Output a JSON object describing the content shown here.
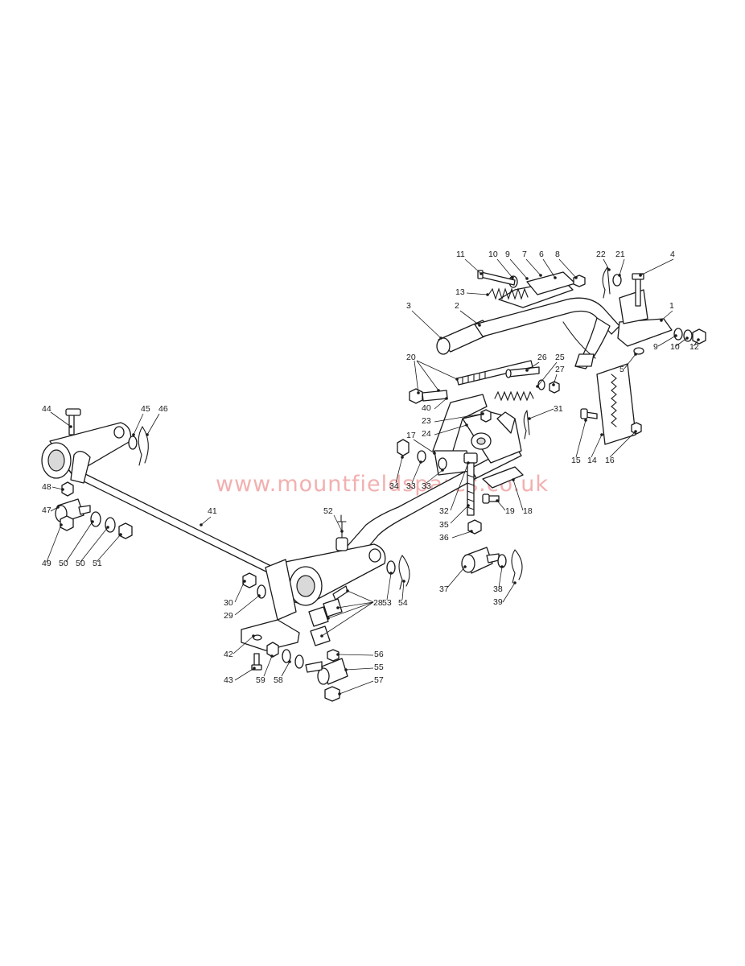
{
  "watermark": "www.mountfieldspares.co.uk",
  "labels": [
    {
      "id": "1",
      "text": "1"
    },
    {
      "id": "2",
      "text": "2"
    },
    {
      "id": "3",
      "text": "3"
    },
    {
      "id": "4",
      "text": "4"
    },
    {
      "id": "5",
      "text": "5"
    },
    {
      "id": "6",
      "text": "6"
    },
    {
      "id": "7",
      "text": "7"
    },
    {
      "id": "8",
      "text": "8"
    },
    {
      "id": "9a",
      "text": "9"
    },
    {
      "id": "9b",
      "text": "9"
    },
    {
      "id": "10a",
      "text": "10"
    },
    {
      "id": "10b",
      "text": "10"
    },
    {
      "id": "11",
      "text": "11"
    },
    {
      "id": "12",
      "text": "12"
    },
    {
      "id": "13",
      "text": "13"
    },
    {
      "id": "14",
      "text": "14"
    },
    {
      "id": "15",
      "text": "15"
    },
    {
      "id": "16",
      "text": "16"
    },
    {
      "id": "17",
      "text": "17"
    },
    {
      "id": "18",
      "text": "18"
    },
    {
      "id": "19",
      "text": "19"
    },
    {
      "id": "20",
      "text": "20"
    },
    {
      "id": "21",
      "text": "21"
    },
    {
      "id": "22",
      "text": "22"
    },
    {
      "id": "23",
      "text": "23"
    },
    {
      "id": "24",
      "text": "24"
    },
    {
      "id": "25",
      "text": "25"
    },
    {
      "id": "26",
      "text": "26"
    },
    {
      "id": "27",
      "text": "27"
    },
    {
      "id": "28",
      "text": "28"
    },
    {
      "id": "29",
      "text": "29"
    },
    {
      "id": "30",
      "text": "30"
    },
    {
      "id": "31",
      "text": "31"
    },
    {
      "id": "32",
      "text": "32"
    },
    {
      "id": "33a",
      "text": "33"
    },
    {
      "id": "33b",
      "text": "33"
    },
    {
      "id": "34",
      "text": "34"
    },
    {
      "id": "35",
      "text": "35"
    },
    {
      "id": "36",
      "text": "36"
    },
    {
      "id": "37",
      "text": "37"
    },
    {
      "id": "38",
      "text": "38"
    },
    {
      "id": "39",
      "text": "39"
    },
    {
      "id": "40",
      "text": "40"
    },
    {
      "id": "41",
      "text": "41"
    },
    {
      "id": "42",
      "text": "42"
    },
    {
      "id": "43",
      "text": "43"
    },
    {
      "id": "44",
      "text": "44"
    },
    {
      "id": "45",
      "text": "45"
    },
    {
      "id": "46",
      "text": "46"
    },
    {
      "id": "47",
      "text": "47"
    },
    {
      "id": "48",
      "text": "48"
    },
    {
      "id": "49",
      "text": "49"
    },
    {
      "id": "50a",
      "text": "50"
    },
    {
      "id": "50b",
      "text": "50"
    },
    {
      "id": "51",
      "text": "51"
    },
    {
      "id": "52",
      "text": "52"
    },
    {
      "id": "53",
      "text": "53"
    },
    {
      "id": "54",
      "text": "54"
    },
    {
      "id": "55",
      "text": "55"
    },
    {
      "id": "56",
      "text": "56"
    },
    {
      "id": "57",
      "text": "57"
    },
    {
      "id": "58",
      "text": "58"
    },
    {
      "id": "59",
      "text": "59"
    }
  ]
}
